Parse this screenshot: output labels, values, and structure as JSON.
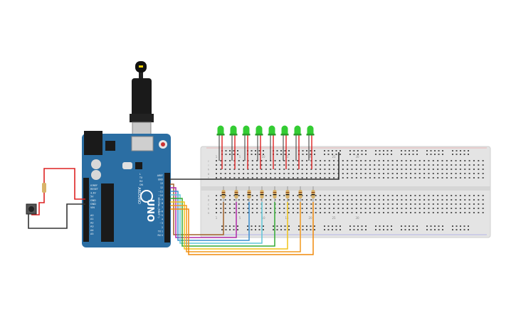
{
  "arduino": {
    "brand_top": "ARDUINO",
    "model": "UNO",
    "power_labels": [
      "IOREF",
      "RESET",
      "3.3V",
      "5V",
      "GND",
      "GND",
      "VIN"
    ],
    "analog_labels": [
      "A0",
      "A1",
      "A2",
      "A3",
      "A4",
      "A5"
    ],
    "digital_header": "DIGITAL (PWM~)",
    "pin_labels": [
      "AREF",
      "GND",
      "13",
      "12",
      "~11",
      "~10",
      "~9",
      "8",
      "7",
      "~6",
      "~5",
      "4",
      "~3",
      "2",
      "TX 1",
      "RX 0"
    ],
    "led_labels": [
      "L",
      "TX",
      "RX",
      "ON"
    ]
  },
  "breadboard": {
    "column_numbers": [
      "1",
      "5",
      "10",
      "15",
      "20",
      "25",
      "30"
    ],
    "row_letters": [
      "j",
      "i",
      "h",
      "g",
      "f",
      "e",
      "d",
      "c",
      "b",
      "a"
    ]
  },
  "parts": {
    "led_color": "#33cc33",
    "led_count": 8,
    "resistor_count": 8
  },
  "colors": {
    "board": "#2b6ea3",
    "board_dark": "#1f5a8c",
    "wire_red": "#dd2222",
    "wire_black": "#333333",
    "wire_signal": [
      "#a0622a",
      "#b02aa8",
      "#3a8fd1",
      "#5fc6d8",
      "#33aa33",
      "#f0c419",
      "#f29a1f",
      "#f08a0c"
    ]
  }
}
